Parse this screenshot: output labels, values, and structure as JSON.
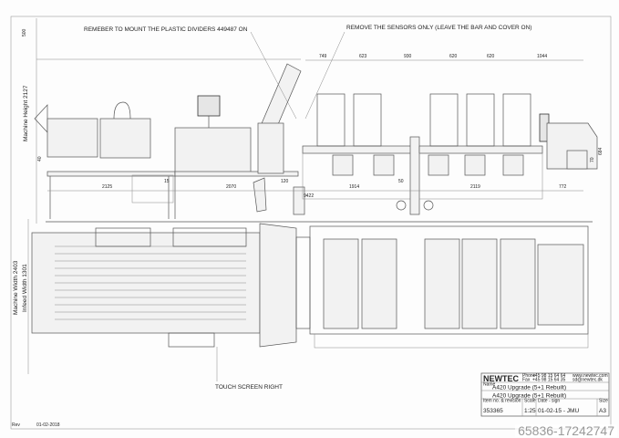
{
  "notes": {
    "dividers": "REMEBER TO MOUNT THE PLASTIC DIVIDERS 449487 ON",
    "sensors": "REMOVE THE SENSORS ONLY (LEAVE THE BAR AND COVER ON)",
    "touch_screen": "TOUCH SCREEN RIGHT"
  },
  "side_view": {
    "height_label": "Machine Height 2127",
    "top_dim": "500",
    "left_dim": "40",
    "right_dims": [
      "70",
      "684"
    ],
    "upper_dims": [
      "749",
      "623",
      "930",
      "620",
      "620",
      "1044"
    ],
    "lower_dims": [
      "2125",
      "15",
      "2070",
      "120",
      "1914",
      "50",
      "2119",
      "772"
    ],
    "total": "9422"
  },
  "plan_view": {
    "width_label": "Machine Width 2403",
    "infeed_label": "Infeed Width 1301"
  },
  "title_block": {
    "company": "NEWTEC",
    "phone_label": "Phone",
    "phone": "+45 98 15 64 64",
    "fax_label": "Fax",
    "fax": "+45 98 15 64 35",
    "web": "www.newtec.com",
    "email": "sd@newtec.dk",
    "name_label": "Name",
    "name": "A420 Upgrade (5+1 Rebuilt)",
    "name2": "A420 Upgrade (5+1 Rebuilt)",
    "number_label": "Item no. & revision",
    "number": "353365",
    "scale_label": "Scale",
    "scale": "1:25",
    "date_label": "Date - sign",
    "date": "01-02-15 - JMU",
    "size_label": "Size",
    "size": "A3"
  },
  "footer": {
    "rev_label": "Rev",
    "rev_date": "01-02-2018"
  },
  "watermark": "65836-17242747"
}
